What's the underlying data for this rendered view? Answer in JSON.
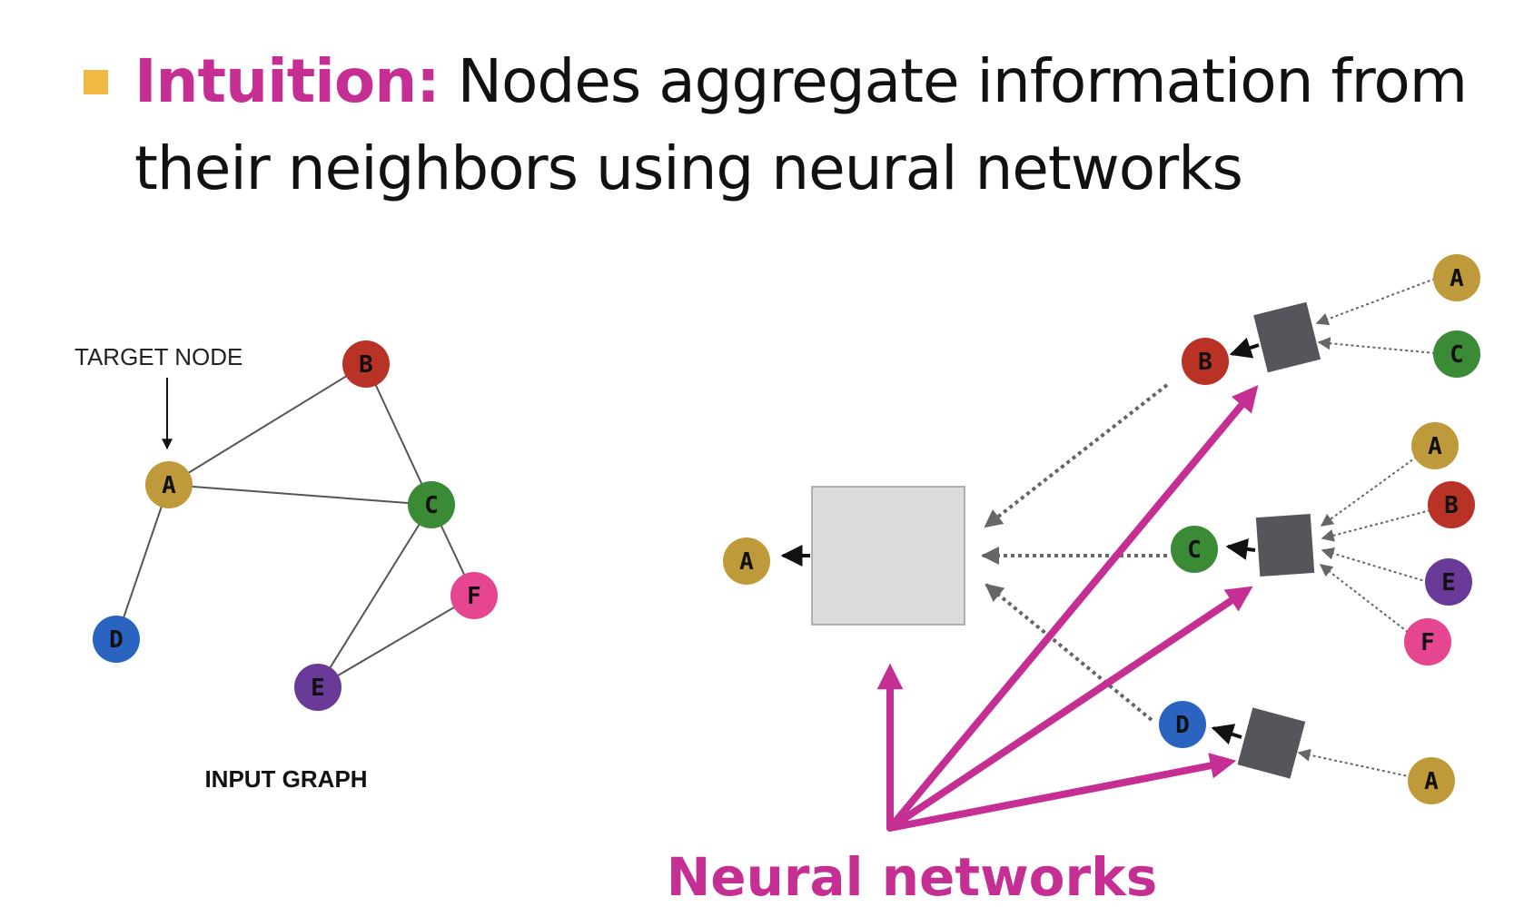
{
  "slide": {
    "bullet_keyword": "Intuition:",
    "bullet_line1": " Nodes aggregate information from",
    "bullet_line2": "their neighbors using neural networks"
  },
  "input_graph": {
    "title": "INPUT GRAPH",
    "target_label": "TARGET NODE",
    "nodes": [
      {
        "id": "A",
        "color": "#bf9a3a"
      },
      {
        "id": "B",
        "color": "#b83325"
      },
      {
        "id": "C",
        "color": "#3a8a36"
      },
      {
        "id": "D",
        "color": "#2a64c0"
      },
      {
        "id": "E",
        "color": "#6a3a98"
      },
      {
        "id": "F",
        "color": "#e6458f"
      }
    ],
    "edges": [
      [
        "A",
        "B"
      ],
      [
        "A",
        "C"
      ],
      [
        "B",
        "C"
      ],
      [
        "A",
        "D"
      ],
      [
        "C",
        "E"
      ],
      [
        "C",
        "F"
      ],
      [
        "E",
        "F"
      ]
    ]
  },
  "computation_graph": {
    "root": "A",
    "level1": [
      {
        "id": "B",
        "children": [
          "A",
          "C"
        ]
      },
      {
        "id": "C",
        "children": [
          "A",
          "B",
          "E",
          "F"
        ]
      },
      {
        "id": "D",
        "children": [
          "A"
        ]
      }
    ],
    "annotation": "Neural networks",
    "colors": {
      "aggregator_box": "#dcdcdd",
      "small_box": "#55565b",
      "highlight": "#c52e93"
    }
  }
}
